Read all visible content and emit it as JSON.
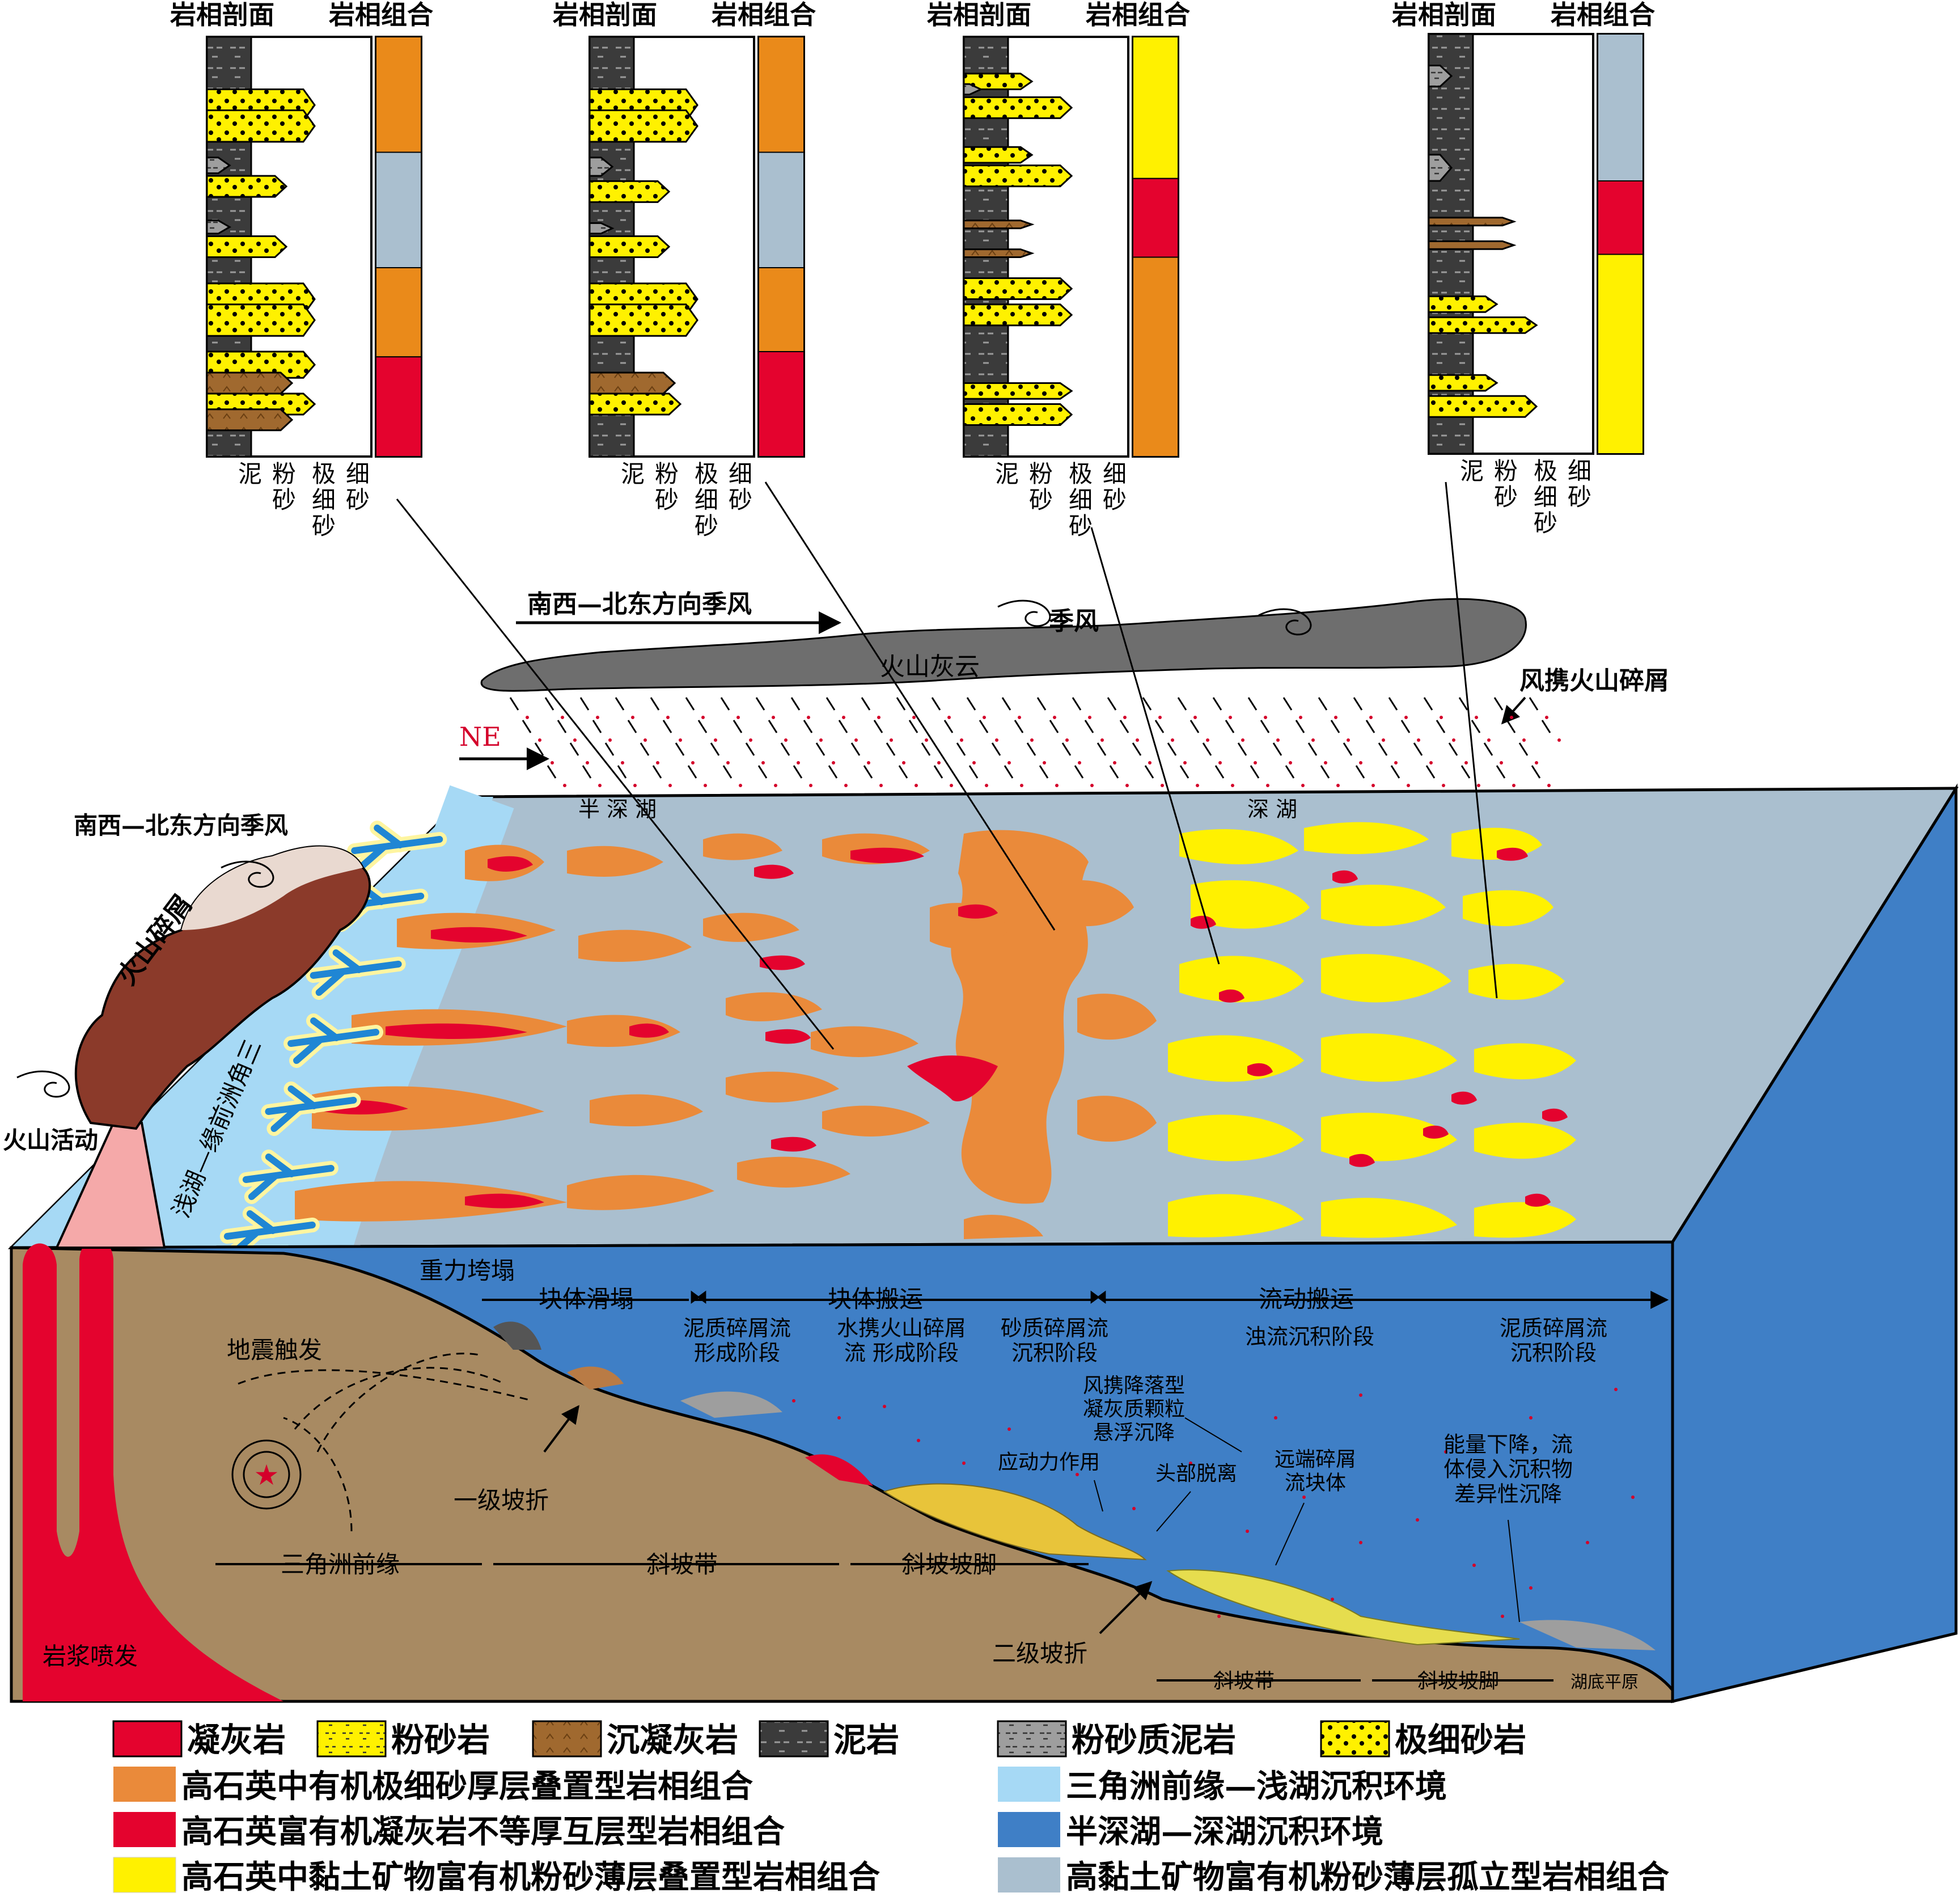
{
  "columns": [
    {
      "header_profile": "岩相剖面",
      "header_combo": "岩相组合",
      "axis_labels": [
        "泥",
        "粉砂",
        "极细砂",
        "细砂"
      ],
      "combo_colors": [
        "#EA8A1A",
        "#AABFCF",
        "#EA8A1A",
        "#E4032E"
      ]
    },
    {
      "header_profile": "岩相剖面",
      "header_combo": "岩相组合",
      "axis_labels": [
        "泥",
        "粉砂",
        "极细砂",
        "细砂"
      ],
      "combo_colors": [
        "#EA8A1A",
        "#AABFCF",
        "#EA8A1A",
        "#E4032E"
      ]
    },
    {
      "header_profile": "岩相剖面",
      "header_combo": "岩相组合",
      "axis_labels": [
        "泥",
        "粉砂",
        "极细砂",
        "细砂"
      ],
      "combo_colors": [
        "#FFF100",
        "#E4032E",
        "#EA8A1A"
      ]
    },
    {
      "header_profile": "岩相剖面",
      "header_combo": "岩相组合",
      "axis_labels": [
        "泥",
        "粉砂",
        "极细砂",
        "细砂"
      ],
      "combo_colors": [
        "#AABFCF",
        "#E4032E",
        "#FFF100"
      ]
    }
  ],
  "atmosphere": {
    "monsoon_top": "南西—北东方向季风",
    "monsoon": "季风",
    "ash_cloud": "火山灰云",
    "wind_debris": "风携火山碎屑",
    "ne": "NE",
    "monsoon_left": "南西—北东方向季风",
    "volcanic_debris": "火山碎屑",
    "volcano_activity": "火山活动"
  },
  "top_surface": {
    "shallow_label": "浅湖—缘前洲角三",
    "semi_deep_label": "半 深 湖",
    "deep_label": "深 湖"
  },
  "cross_section": {
    "gravity_collapse": "重力垮塌",
    "block_slide": "块体滑塌",
    "block_transport": "块体搬运",
    "flow_transport": "流动搬运",
    "stage1": "泥质碎屑流形成阶段",
    "stage2": "水携火山碎屑流 形成阶段",
    "stage3": "砂质碎屑流沉积阶段",
    "stage4": "浊流沉积阶段",
    "stage5": "泥质碎屑流沉积阶段",
    "fallout": "风携降落型凝灰质颗粒悬浮沉降",
    "earthquake": "地震触发",
    "stress": "应动力作用",
    "head_detach": "头部脱离",
    "distal": "远端碎屑流块体",
    "energy_drop": "能量下降，流体侵入沉积物差异性沉降",
    "break1": "一级坡折",
    "break2": "二级坡折",
    "delta_front": "三角洲前缘",
    "slope_belt": "斜坡带",
    "slope_foot": "斜坡坡脚",
    "slope_belt2": "斜坡带",
    "slope_foot2": "斜坡坡脚",
    "lake_plain": "湖底平原",
    "magma": "岩浆喷发"
  },
  "legend": {
    "row1": [
      {
        "label": "凝灰岩",
        "color": "#E4032E"
      },
      {
        "label": "粉砂岩",
        "color": "#FFF100"
      },
      {
        "label": "沉凝灰岩",
        "color": "#A0692F"
      },
      {
        "label": "泥岩",
        "color": "#3B3B3B"
      },
      {
        "label": "粉砂质泥岩",
        "color": "#9E9E9E"
      },
      {
        "label": "极细砂岩",
        "color": "#FFF100"
      }
    ],
    "combos": [
      {
        "label": "高石英中有机极细砂厚层叠置型岩相组合",
        "color": "#EA8A3A"
      },
      {
        "label": "高石英富有机凝灰岩不等厚互层型岩相组合",
        "color": "#E4032E"
      },
      {
        "label": "高石英中黏土矿物富有机粉砂薄层叠置型岩相组合",
        "color": "#FFF100"
      }
    ],
    "envs": [
      {
        "label": "三角洲前缘—浅湖沉积环境",
        "color": "#A6D9F5"
      },
      {
        "label": "半深湖—深湖沉积环境",
        "color": "#3F7FC6"
      },
      {
        "label": "高黏土矿物富有机粉砂薄层孤立型岩相组合",
        "color": "#AABFCF"
      }
    ]
  }
}
